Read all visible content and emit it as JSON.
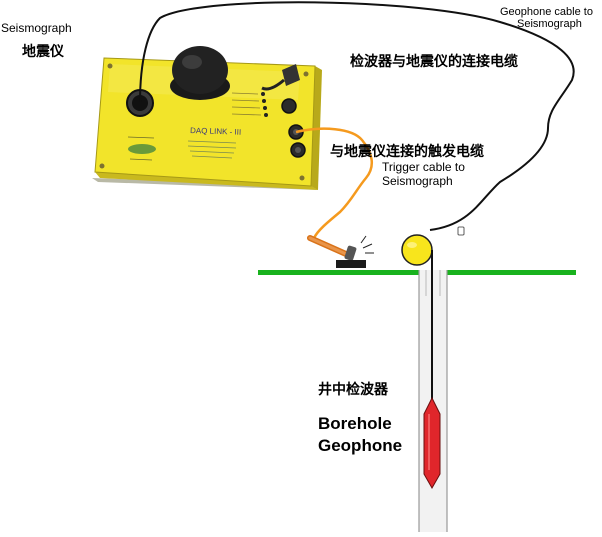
{
  "labels": {
    "seismograph_en": "Seismograph",
    "seismograph_cn": "地震仪",
    "geophone_cable_en_line1": "Geophone cable to",
    "geophone_cable_en_line2": "Seismograph",
    "geophone_cable_cn": "检波器与地震仪的连接电缆",
    "trigger_cable_cn": "与地震仪连接的触发电缆",
    "trigger_cable_en_line1": "Trigger  cable to",
    "trigger_cable_en_line2": "Seismograph",
    "borehole_cn": "井中检波器",
    "borehole_en_line1": "Borehole",
    "borehole_en_line2": "Geophone"
  },
  "device": {
    "panel_title": "DAQ LINK - III"
  },
  "colors": {
    "device_body": "#f2e42a",
    "ground": "#19b21e",
    "trigger_cable": "#f59a1e",
    "sensor": "#e0262b",
    "ball": "#f8e51c"
  }
}
